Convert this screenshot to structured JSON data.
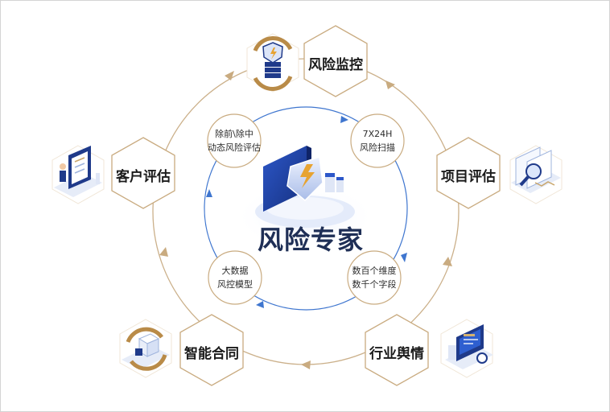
{
  "center": {
    "title": "风险专家"
  },
  "outer_nodes": [
    {
      "id": "monitor",
      "label": "风险监控",
      "icon": "shield-server-cycle-icon"
    },
    {
      "id": "project",
      "label": "项目评估",
      "icon": "document-magnifier-icon"
    },
    {
      "id": "opinion",
      "label": "行业舆情",
      "icon": "dashboard-monitor-icon"
    },
    {
      "id": "contract",
      "label": "智能合同",
      "icon": "box-cycle-icon"
    },
    {
      "id": "customer",
      "label": "客户评估",
      "icon": "person-checklist-icon"
    }
  ],
  "inner_nodes": [
    {
      "id": "scan",
      "line1": "7X24H",
      "line2": "风险扫描"
    },
    {
      "id": "dims",
      "line1": "数百个维度",
      "line2": "数千个字段"
    },
    {
      "id": "bigdata",
      "line1": "大数据",
      "line2": "风控模型"
    },
    {
      "id": "dynamic",
      "line1": "除前\\除中",
      "line2": "动态风险评估"
    }
  ],
  "colors": {
    "outer_ring": "#c9ab80",
    "inner_ring": "#3a72c8",
    "navy": "#1f3a8a",
    "gold": "#b98b48"
  }
}
